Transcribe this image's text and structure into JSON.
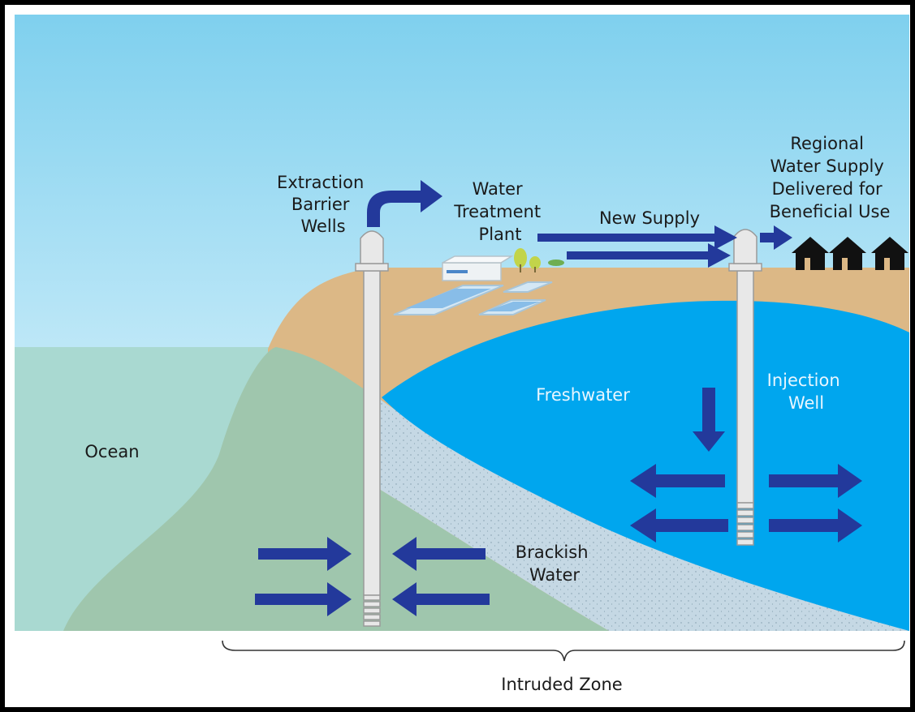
{
  "labels": {
    "extraction": [
      "Extraction",
      "Barrier",
      "Wells"
    ],
    "treatment": [
      "Water",
      "Treatment",
      "Plant"
    ],
    "new_supply": "New Supply",
    "regional": [
      "Regional",
      "Water Supply",
      "Delivered for",
      "Beneficial Use"
    ],
    "freshwater": "Freshwater",
    "injection": [
      "Injection",
      "Well"
    ],
    "ocean": "Ocean",
    "brackish": [
      "Brackish",
      "Water"
    ],
    "intruded_zone": "Intruded Zone"
  },
  "colors": {
    "sky_top": "#7fd0ee",
    "sky_bottom": "#f2fbff",
    "ocean": "#a9d9d1",
    "saltwater_wedge": "#9fc6ad",
    "land": "#dcb886",
    "freshwater": "#00a6ee",
    "brackish": "#c5d8e4",
    "arrow": "#23399b",
    "well": "#e8e8e8",
    "house": "#111111"
  },
  "icons": [
    "house-icon",
    "tree-icon",
    "treatment-plant-icon",
    "flow-arrow-icon",
    "brace-icon"
  ]
}
